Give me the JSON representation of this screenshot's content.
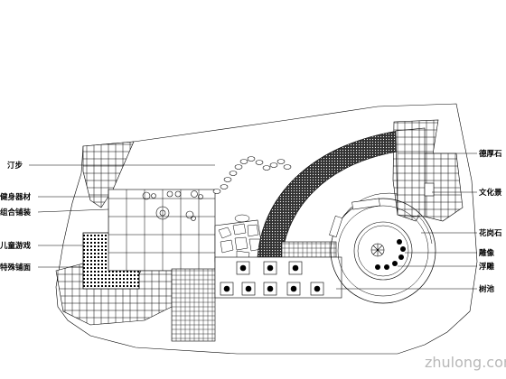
{
  "labels_left": [
    "汀步",
    "健身器材",
    "组合铺装",
    "儿童游戏",
    "特殊铺面"
  ],
  "labels_right": [
    "德厚石",
    "文化景",
    "花岗石",
    "雕像",
    "浮雕",
    "树池"
  ],
  "watermark": "zhulong.com",
  "colors": {
    "line": "#000000",
    "background": "#ffffff",
    "watermark": "#b8b8b8"
  }
}
